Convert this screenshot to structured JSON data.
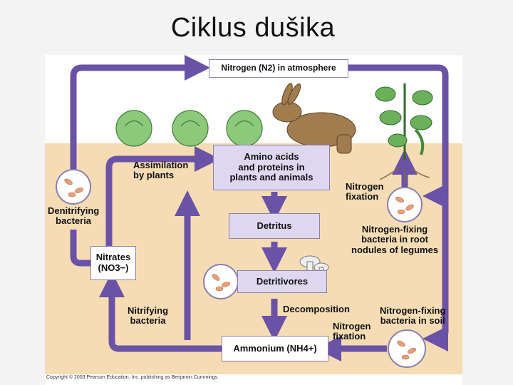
{
  "title": "Ciklus dušika",
  "diagram": {
    "nodes": {
      "atmosphere": "Nitrogen (N2) in atmosphere",
      "amino_acids": [
        "Amino acids",
        "and proteins in",
        "plants and animals"
      ],
      "detritus": "Detritus",
      "detritivores": "Detritivores",
      "ammonium": "Ammonium (NH4+)",
      "nitrates": [
        "Nitrates",
        "(NO3−)"
      ]
    },
    "labels": {
      "assimilation": [
        "Assimilation",
        "by plants"
      ],
      "denitrifying": [
        "Denitrifying",
        "bacteria"
      ],
      "nitrifying": [
        "Nitrifying",
        "bacteria"
      ],
      "nitrogen_fixation_top": [
        "Nitrogen",
        "fixation"
      ],
      "root_nodule_bacteria": [
        "Nitrogen-fixing",
        "bacteria in root",
        "nodules of legumes"
      ],
      "decomposition": "Decomposition",
      "soil_bacteria": [
        "Nitrogen-fixing",
        "bacteria in soil"
      ],
      "nitrogen_fixation_bottom": [
        "Nitrogen",
        "fixation"
      ]
    },
    "copyright": "Copyright © 2003 Pearson Education, Inc. publishing as Benjamin Cummings.",
    "colors": {
      "arrow": "#6a52a6",
      "arrow_outline": "#3b2d6e",
      "box": "#ded7f0",
      "soil": "#f5dcb4",
      "cabbage": "#7fbf6a",
      "rabbit": "#a07c4e"
    }
  }
}
